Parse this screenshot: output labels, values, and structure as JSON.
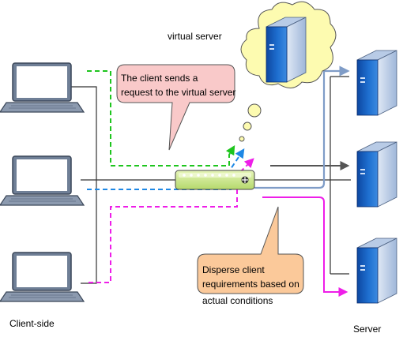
{
  "labels": {
    "virtual_server": "virtual server",
    "client_side": "Client-side",
    "server": "Server"
  },
  "callouts": {
    "request": [
      "The client sends a",
      "request to the virtual server"
    ],
    "disperse": [
      "Disperse client",
      "requirements based on",
      "actual conditions"
    ]
  },
  "colors": {
    "request_callout": "#f9c9c9",
    "disperse_callout": "#fbc99a",
    "cloud": "#fdfbb0",
    "balancer": "#c8e68c",
    "server_blue": "#1565c0",
    "green_path": "#1ec51e",
    "blue_path": "#1e88e5",
    "magenta_path": "#ee1ee8",
    "line_gray": "#555555",
    "link_blue": "#7f9cc7"
  },
  "icons": {
    "client": "laptop-icon",
    "server": "server-tower-icon",
    "balancer": "load-balancer-icon"
  }
}
